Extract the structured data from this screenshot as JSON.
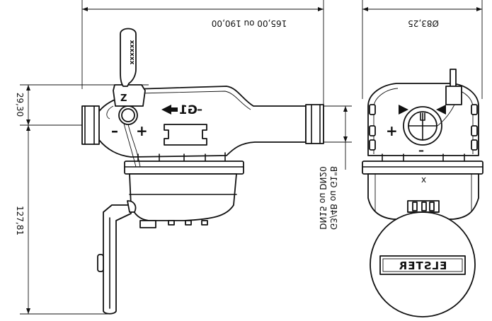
{
  "dimensions": {
    "length": "165,00 ou 190,00",
    "diameter": "Ø83,25",
    "offset_height": "29,30",
    "total_height": "127,81",
    "connection_line1": "G3/4B ou G1\"B",
    "connection_line2": "DN15 ou DN20"
  },
  "markings": {
    "flow_direction": "G1",
    "plus": "+",
    "minus": "–",
    "logo": "ELSTER",
    "hatch": "xxxxxx",
    "small_x": "x"
  }
}
